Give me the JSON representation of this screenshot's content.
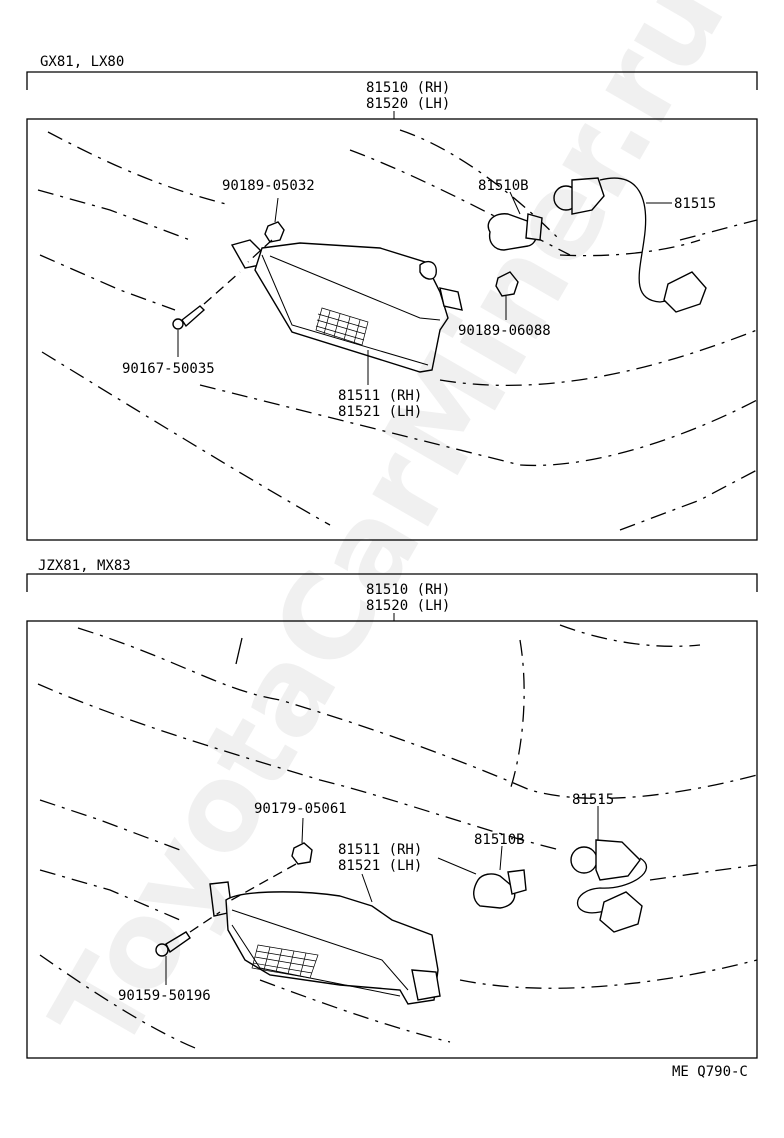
{
  "watermark": "ToyotaCarMiner.ru",
  "footer_code": "ME Q790-C",
  "sections": [
    {
      "model_label": "GX81, LX80",
      "assembly_label": [
        "81510 (RH)",
        "81520 (LH)"
      ],
      "callouts": {
        "bolt_nut": "90189-05032",
        "bulb": "81510B",
        "socket": "81515",
        "clip": "90189-06088",
        "screw": "90167-50035",
        "lens": [
          "81511 (RH)",
          "81521 (LH)"
        ]
      }
    },
    {
      "model_label": "JZX81, MX83",
      "assembly_label": [
        "81510 (RH)",
        "81520 (LH)"
      ],
      "callouts": {
        "nut": "90179-05061",
        "lens": [
          "81511 (RH)",
          "81521 (LH)"
        ],
        "bulb": "81510B",
        "socket": "81515",
        "screw": "90159-50196"
      }
    }
  ]
}
